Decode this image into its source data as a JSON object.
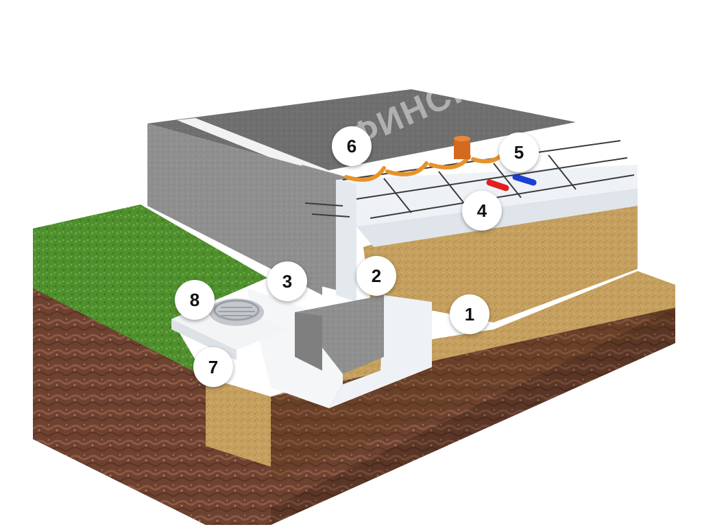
{
  "diagram": {
    "callouts": [
      {
        "id": "1",
        "label": "1"
      },
      {
        "id": "2",
        "label": "2"
      },
      {
        "id": "3",
        "label": "3"
      },
      {
        "id": "4",
        "label": "4"
      },
      {
        "id": "5",
        "label": "5"
      },
      {
        "id": "6",
        "label": "6"
      },
      {
        "id": "7",
        "label": "7"
      },
      {
        "id": "8",
        "label": "8"
      }
    ],
    "watermark": "ФИНСКИЙДОМИК.РФ"
  },
  "colors": {
    "grass": "#4f8f2e",
    "soil": "#7a4a36",
    "sand": "#c9a463",
    "concrete": "#8e8e8e",
    "insulation": "#eef2f6",
    "heating_pipe": "#e6932b",
    "riser": "#d36a1f",
    "pipe_hot": "#e21e1e",
    "pipe_cold": "#1a3fd6"
  }
}
